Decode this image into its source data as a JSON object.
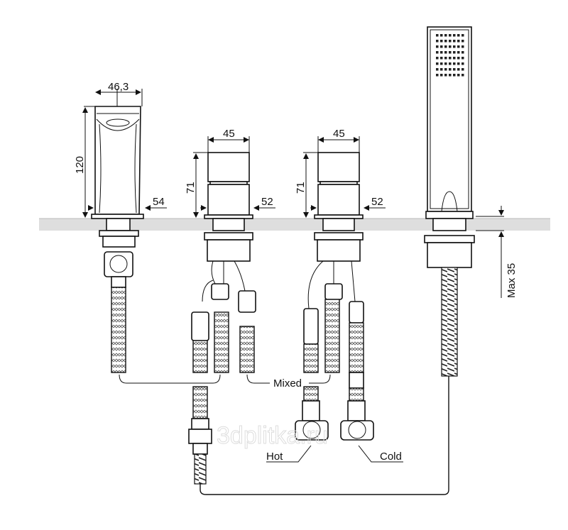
{
  "dimensions": {
    "spout_width": "46,3",
    "spout_height": "120",
    "spout_base": "54",
    "handle1_width": "45",
    "handle1_height": "71",
    "handle1_base": "52",
    "handle2_width": "45",
    "handle2_height": "71",
    "handle2_base": "52",
    "deck_thickness": "Max 35"
  },
  "labels": {
    "mixed": "Mixed",
    "hot": "Hot",
    "cold": "Cold"
  },
  "watermark": "3dplitka.ru"
}
